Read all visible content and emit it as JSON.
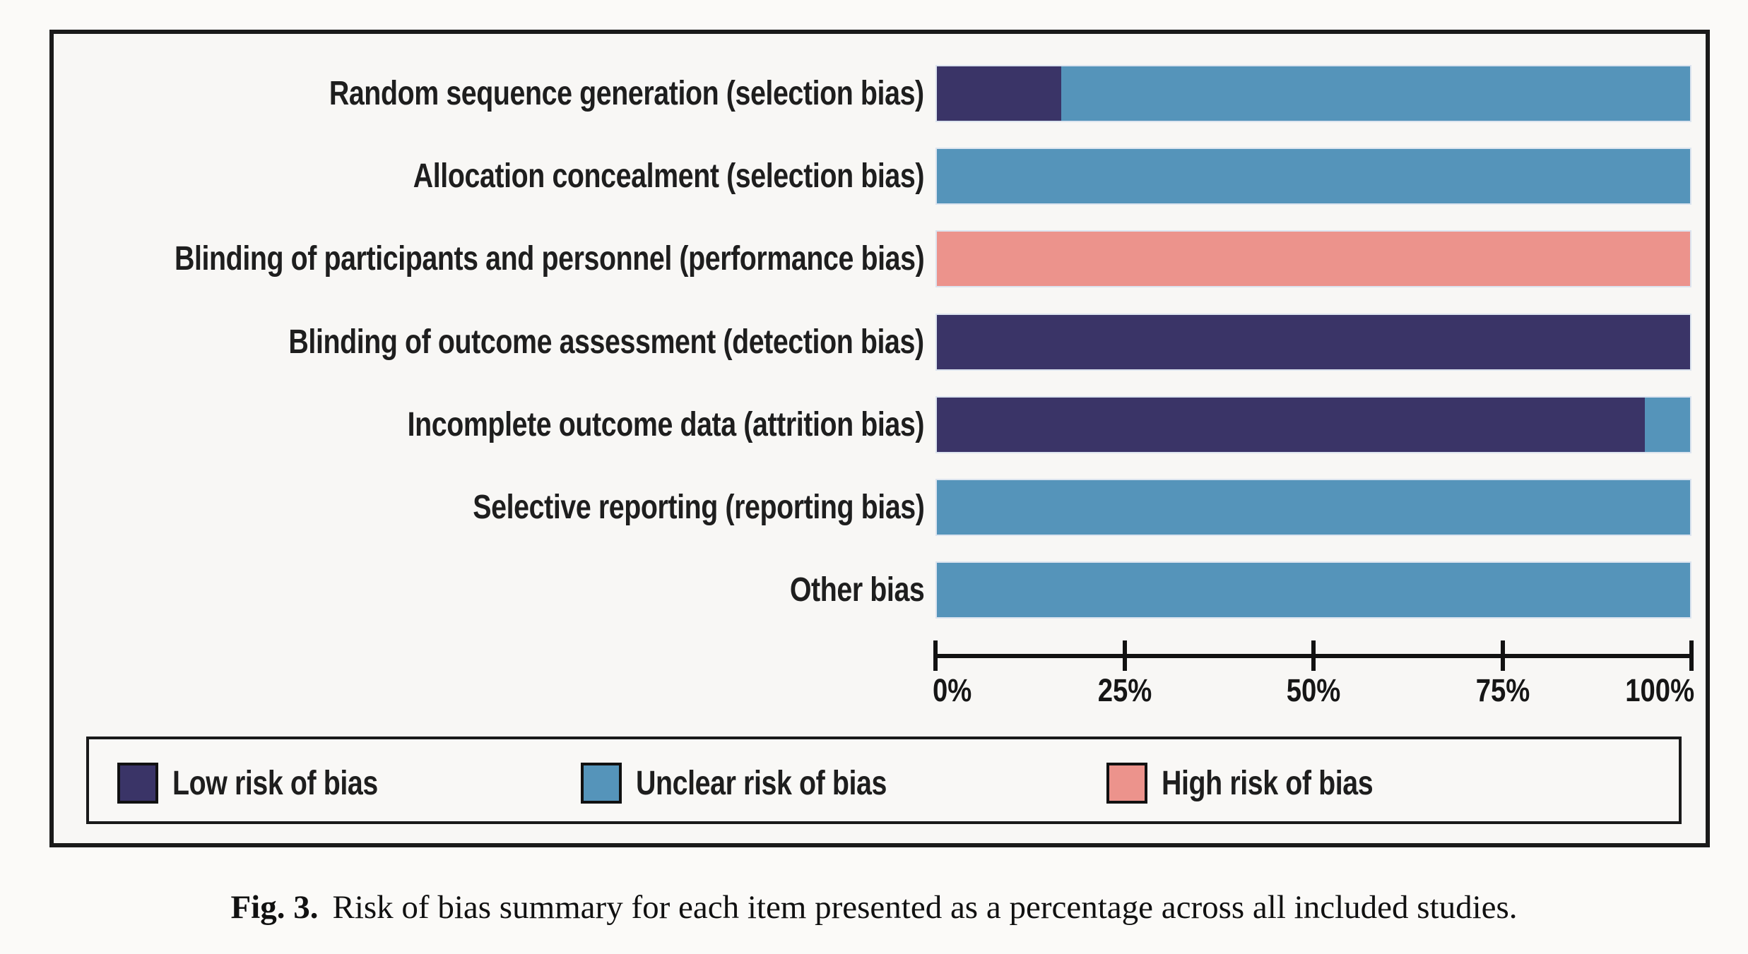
{
  "figure": {
    "caption_prefix": "Fig. 3.",
    "caption_text": "Risk of bias summary for each item presented as a percentage across all included studies."
  },
  "colors": {
    "low_risk": "#3a3467",
    "unclear_risk": "#5594ba",
    "high_risk": "#ec938c",
    "frame_border": "#1a1a1a",
    "axis": "#121212",
    "background": "#f8f7f5",
    "text": "#1e1e1e"
  },
  "legend": {
    "items": [
      {
        "key": "low",
        "label": "Low risk of bias",
        "color": "#3a3467"
      },
      {
        "key": "unclear",
        "label": "Unclear risk of bias",
        "color": "#5594ba"
      },
      {
        "key": "high",
        "label": "High risk of bias",
        "color": "#ec938c"
      }
    ]
  },
  "chart_data": {
    "type": "bar",
    "orientation": "horizontal",
    "stacked": true,
    "unit": "percent",
    "xlim": [
      0,
      100
    ],
    "x_tick_values": [
      0,
      25,
      50,
      75,
      100
    ],
    "x_tick_labels": [
      "0%",
      "25%",
      "50%",
      "75%",
      "100%"
    ],
    "grid": false,
    "legend_position": "bottom",
    "categories": [
      "Random sequence generation (selection bias)",
      "Allocation concealment (selection bias)",
      "Blinding of participants and personnel (performance bias)",
      "Blinding of outcome assessment (detection bias)",
      "Incomplete outcome data (attrition bias)",
      "Selective reporting (reporting bias)",
      "Other bias"
    ],
    "series": [
      {
        "name": "Low risk of bias",
        "color": "#3a3467",
        "values": [
          16.5,
          0,
          0,
          100,
          94,
          0,
          0
        ]
      },
      {
        "name": "Unclear risk of bias",
        "color": "#5594ba",
        "values": [
          83.5,
          100,
          0,
          0,
          6,
          100,
          100
        ]
      },
      {
        "name": "High risk of bias",
        "color": "#ec938c",
        "values": [
          0,
          0,
          100,
          0,
          0,
          0,
          0
        ]
      }
    ]
  }
}
